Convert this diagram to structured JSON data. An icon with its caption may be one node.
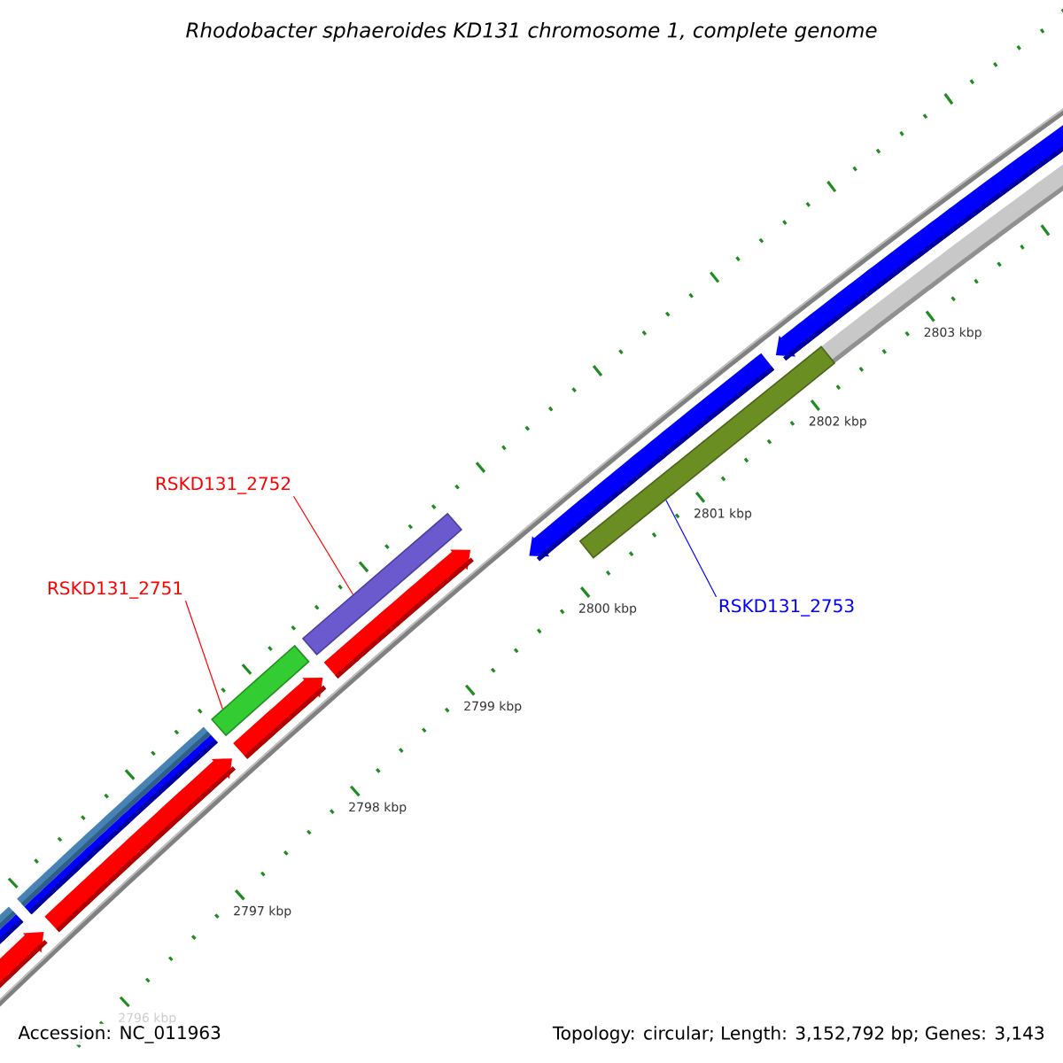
{
  "diagram": {
    "title": "Rhodobacter sphaeroides KD131 chromosome 1, complete genome",
    "nodes": [
      {
        "text": [
          "RSKD131_2752"
        ]
      },
      {
        "text": [],
        "shape": "bar"
      },
      {
        "text": [
          "RSKD131_2751"
        ]
      },
      {
        "text": [],
        "shape": "bar"
      },
      {
        "text": [
          "RSKD131_2753"
        ]
      },
      {
        "text": [],
        "shape": "bar"
      }
    ],
    "edges": [
      {
        "from": 0,
        "to": 1,
        "arrow": "none"
      },
      {
        "from": 2,
        "to": 3,
        "arrow": "none"
      },
      {
        "from": 4,
        "to": 5,
        "arrow": "none",
        "color": "#0000ff"
      }
    ],
    "labels": [
      "2796 kbp",
      "2797 kbp",
      "2798 kbp",
      "2799 kbp",
      "2800 kbp",
      "2801 kbp",
      "2802 kbp",
      "2803 kbp",
      "Accession: NC_011963",
      "Topology: circular; Length: 3,152,792 bp; Genes: 3,143"
    ]
  }
}
